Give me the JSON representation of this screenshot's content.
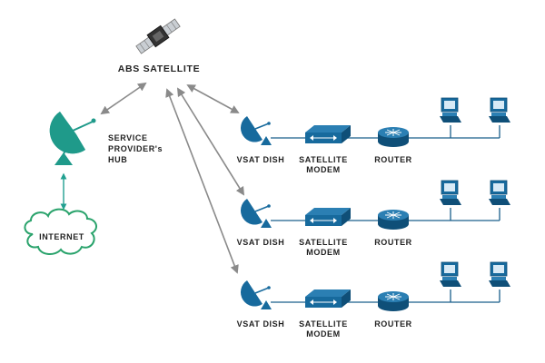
{
  "colors": {
    "teal": "#1f9a8a",
    "blue": "#176a9d",
    "blue_dark": "#0f4f78",
    "line": "#1a5f8c",
    "arrow_gray": "#8a8a8a",
    "arrow_green": "#21a090",
    "cloud": "#2aa36c",
    "text": "#222222"
  },
  "satellite": {
    "label": "ABS SATELLITE",
    "icon": "satellite-icon"
  },
  "hub": {
    "label_lines": [
      "SERVICE",
      "PROVIDER's",
      "HUB"
    ],
    "icon": "satellite-dish-icon"
  },
  "internet": {
    "label": "INTERNET",
    "icon": "cloud-icon"
  },
  "sites": [
    {
      "dish_label": "VSAT DISH",
      "modem_label_lines": [
        "SATELLITE",
        "MODEM"
      ],
      "router_label": "ROUTER",
      "computers": 2
    },
    {
      "dish_label": "VSAT DISH",
      "modem_label_lines": [
        "SATELLITE",
        "MODEM"
      ],
      "router_label": "ROUTER",
      "computers": 2
    },
    {
      "dish_label": "VSAT DISH",
      "modem_label_lines": [
        "SATELLITE",
        "MODEM"
      ],
      "router_label": "ROUTER",
      "computers": 2
    }
  ]
}
